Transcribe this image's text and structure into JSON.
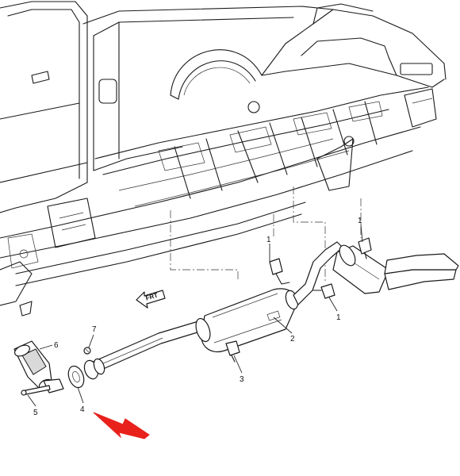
{
  "diagram": {
    "front_indicator": "FRT",
    "callouts": [
      {
        "id": "c1a",
        "label": "1"
      },
      {
        "id": "c1b",
        "label": "1"
      },
      {
        "id": "c1c",
        "label": "1"
      },
      {
        "id": "c2",
        "label": "2"
      },
      {
        "id": "c3",
        "label": "3"
      },
      {
        "id": "c4",
        "label": "4"
      },
      {
        "id": "c5",
        "label": "5"
      },
      {
        "id": "c6",
        "label": "6"
      },
      {
        "id": "c7",
        "label": "7"
      }
    ],
    "arrow_color": "#e8211c"
  }
}
